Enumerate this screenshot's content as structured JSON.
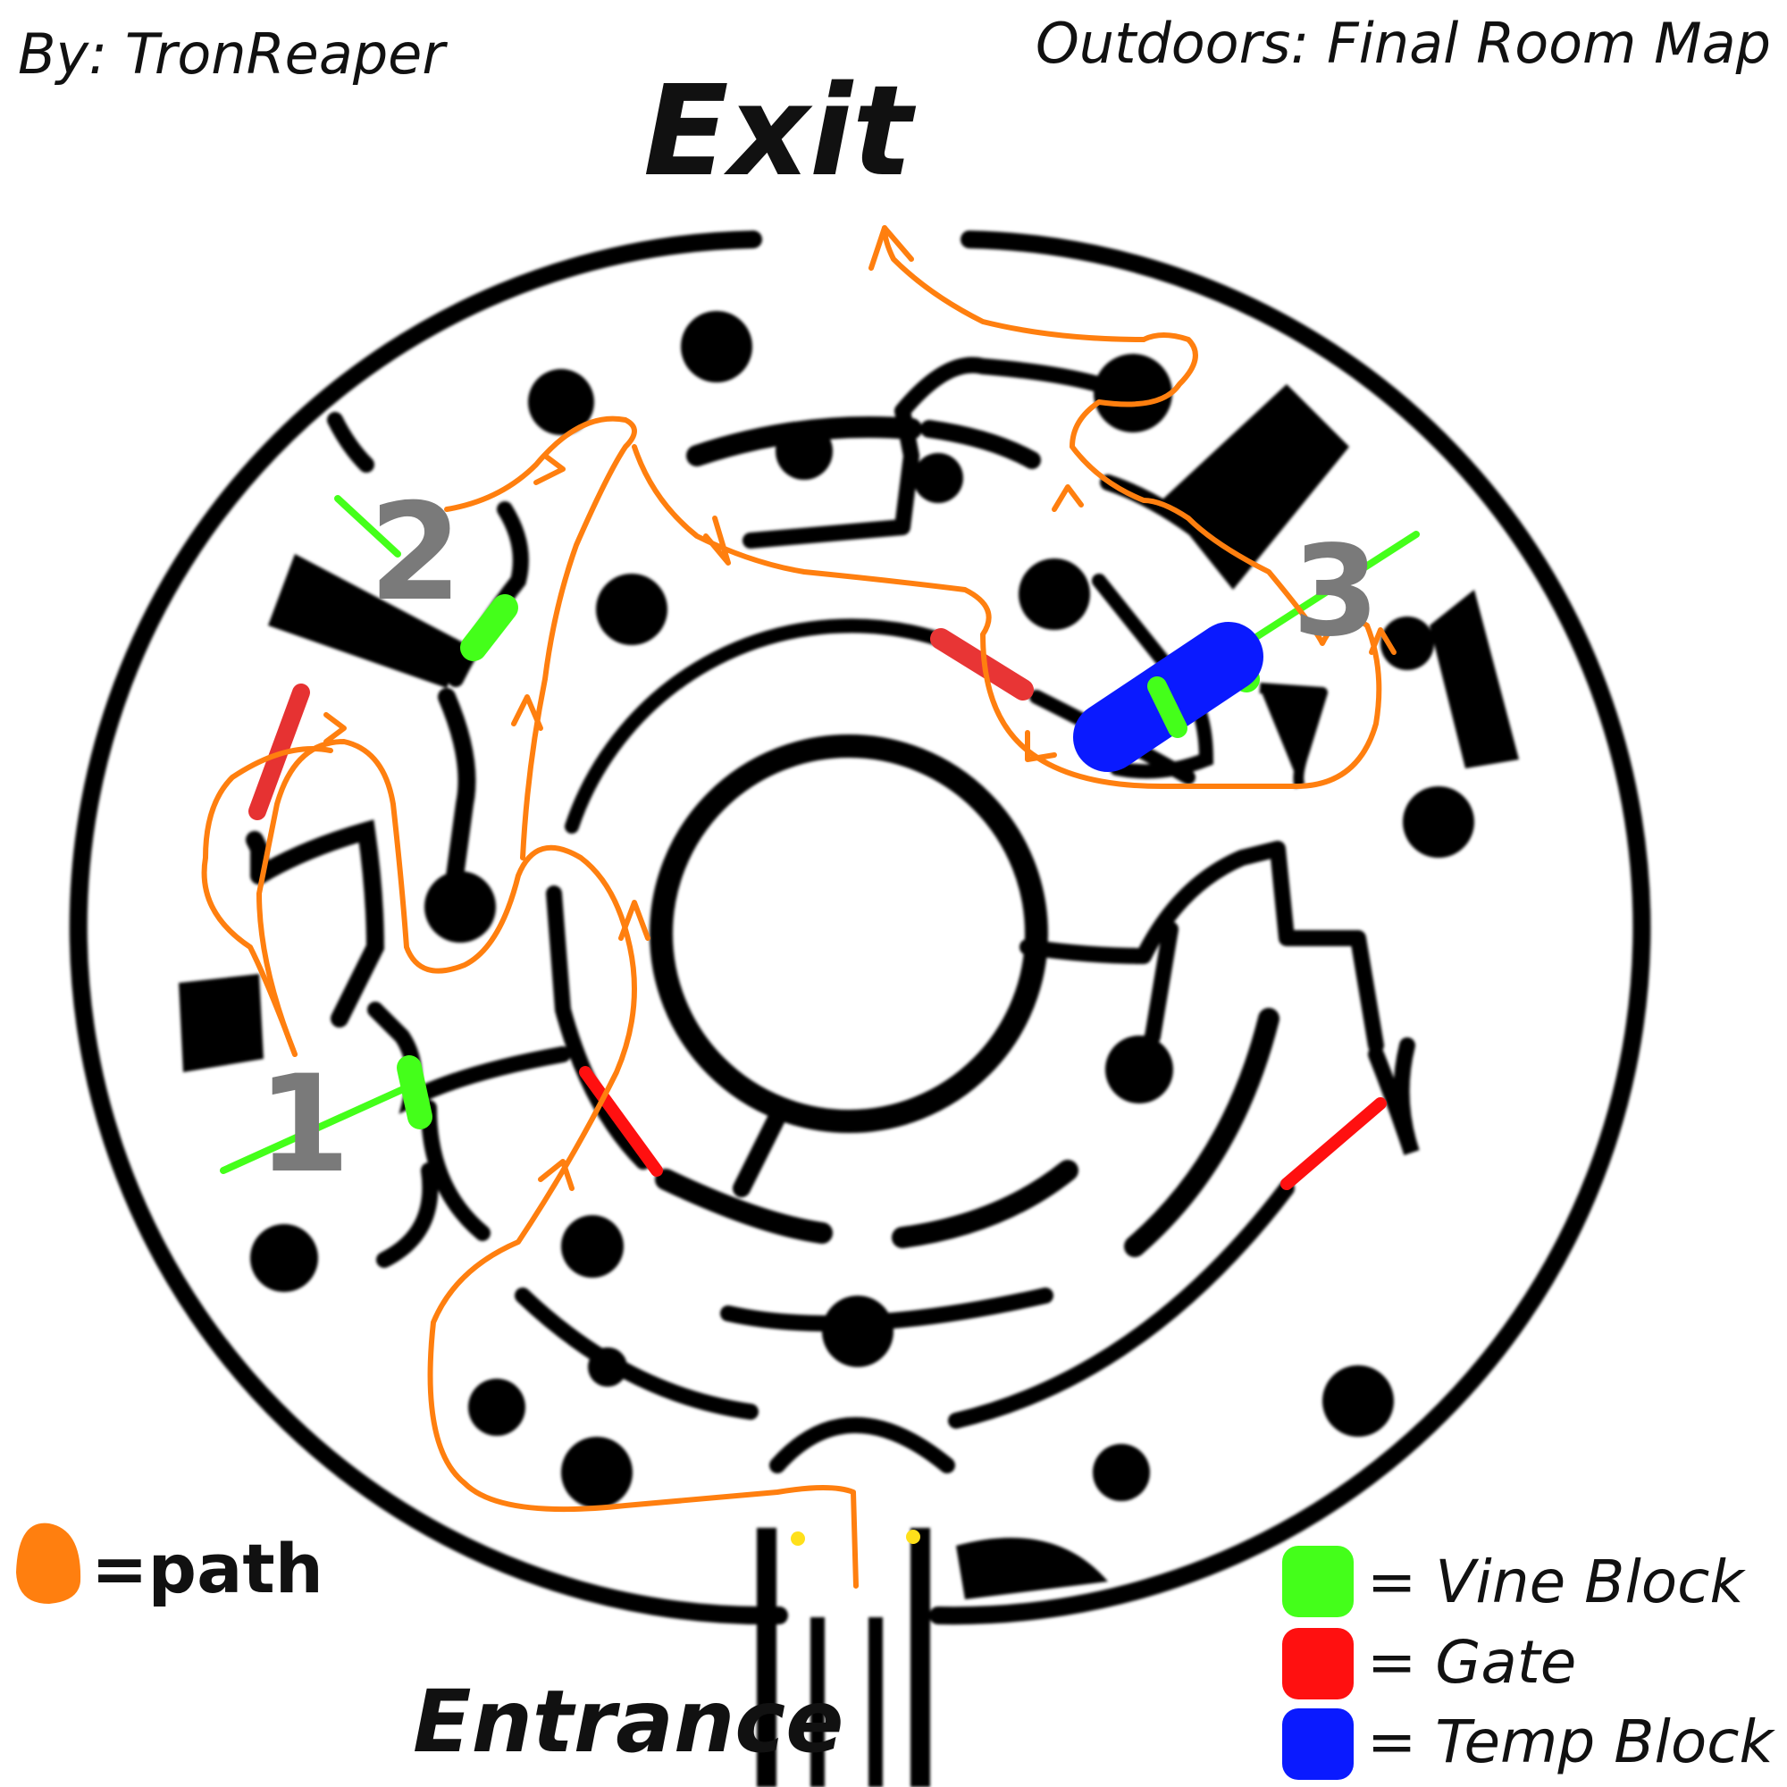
{
  "header": {
    "author": "By: TronReaper",
    "title": "Outdoors: Final Room Map"
  },
  "map": {
    "exit_label": "Exit",
    "entrance_label": "Entrance",
    "markers": [
      {
        "id": "1",
        "label": "1"
      },
      {
        "id": "2",
        "label": "2"
      },
      {
        "id": "3",
        "label": "3"
      }
    ]
  },
  "legend": {
    "path": {
      "label": "=path",
      "color": "#ff7f0f"
    },
    "items": [
      {
        "label": "= Vine Block",
        "color": "#44ff1a"
      },
      {
        "label": "= Gate",
        "color": "#ff1010"
      },
      {
        "label": "= Temp Block",
        "color": "#0a1aff"
      }
    ]
  },
  "colors": {
    "wall": "#000000",
    "path": "#ff7f0f",
    "vine": "#44ff1a",
    "gate": "#ff1010",
    "temp": "#0a1aff",
    "marker": "#7a7a7a",
    "light": "#ffe01a"
  }
}
